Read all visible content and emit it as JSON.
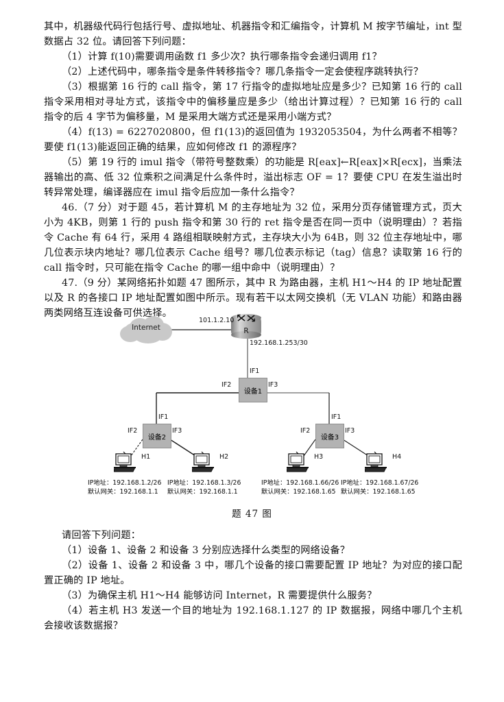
{
  "document": {
    "paragraphs": [
      {
        "id": "p-intro",
        "indent": false,
        "text": "其中，机器级代码行包括行号、虚拟地址、机器指令和汇编指令，计算机 M 按字节编址，int 型数据占 32 位。请回答下列问题："
      },
      {
        "id": "p-45-1",
        "indent": true,
        "text": "（1）计算 f(10)需要调用函数 f1 多少次？执行哪条指令会递归调用 f1？"
      },
      {
        "id": "p-45-2",
        "indent": true,
        "text": "（2）上述代码中，哪条指令是条件转移指令？哪几条指令一定会使程序跳转执行？"
      },
      {
        "id": "p-45-3",
        "indent": true,
        "text": "（3）根据第 16 行的 call 指令，第 17 行指令的虚拟地址应是多少？已知第 16 行的 call 指令采用相对寻址方式，该指令中的偏移量应是多少（给出计算过程）？已知第 16 行的 call 指令的后 4 字节为偏移量，M 是采用大端方式还是采用小端方式？"
      },
      {
        "id": "p-45-4",
        "indent": true,
        "text": "（4）f(13) = 6227020800，但 f1(13)的返回值为 1932053504，为什么两者不相等？要使 f1(13)能返回正确的结果，应如何修改 f1 的源程序？"
      },
      {
        "id": "p-45-5",
        "indent": true,
        "text": "（5）第 19 行的 imul 指令（带符号整数乘）的功能是 R[eax]←R[eax]×R[ecx]，当乘法器输出的高、低 32 位乘积之间满足什么条件时，溢出标志 OF = 1？要使 CPU 在发生溢出时转异常处理，编译器应在 imul 指令后应加一条什么指令？"
      },
      {
        "id": "p-46",
        "indent": true,
        "text": "46.（7 分）对于题 45，若计算机 M 的主存地址为 32 位，采用分页存储管理方式，页大小为 4KB，则第 1 行的 push 指令和第 30 行的 ret 指令是否在同一页中（说明理由）？若指令 Cache 有 64 行，采用 4 路组相联映射方式，主存块大小为 64B，则 32 位主存地址中，哪几位表示块内地址？哪几位表示 Cache 组号？哪几位表示标记（tag）信息？读取第 16 行的 call 指令时，只可能在指令 Cache 的哪一组中命中（说明理由）？"
      },
      {
        "id": "p-47",
        "indent": true,
        "text": "47.（9 分）某网络拓扑如题 47 图所示，其中 R 为路由器，主机 H1～H4 的 IP 地址配置以及 R 的各接口 IP 地址配置如图中所示。现有若干以太网交换机（无 VLAN 功能）和路由器两类网络互连设备可供选择。"
      }
    ],
    "tail_paragraphs": [
      {
        "id": "p-ask",
        "indent": true,
        "text": "请回答下列问题："
      },
      {
        "id": "p-47-1",
        "indent": true,
        "text": "（1）设备 1、设备 2 和设备 3 分别应选择什么类型的网络设备？"
      },
      {
        "id": "p-47-2",
        "indent": true,
        "text": "（2）设备 1、设备 2 和设备 3 中，哪几个设备的接口需要配置 IP 地址？为对应的接口配置正确的 IP 地址。"
      },
      {
        "id": "p-47-3",
        "indent": true,
        "text": "（3）为确保主机 H1～H4 能够访问 Internet，R 需要提供什么服务？"
      },
      {
        "id": "p-47-4",
        "indent": true,
        "text": "（4）若主机 H3 发送一个目的地址为 192.168.1.127 的 IP 数据报，网络中哪几个主机会接收该数据报？"
      }
    ]
  },
  "figure": {
    "caption": "题 47 图",
    "cloud_label": "Internet",
    "router_label": "R",
    "wan_ip_label": "101.1.2.10",
    "lan_ip_label": "192.168.1.253/30",
    "devices": [
      {
        "id": "dev1",
        "label": "设备1",
        "if1": "IF1",
        "if2": "IF2",
        "if3": "IF3"
      },
      {
        "id": "dev2",
        "label": "设备2",
        "if1": "IF1",
        "if2": "IF2",
        "if3": "IF3"
      },
      {
        "id": "dev3",
        "label": "设备3",
        "if1": "IF1",
        "if2": "IF2",
        "if3": "IF3"
      }
    ],
    "hosts": [
      {
        "id": "h1",
        "name": "H1",
        "ip_line": "IP地址：192.168.1.2/26",
        "gw_line": "默认网关：192.168.1.1"
      },
      {
        "id": "h2",
        "name": "H2",
        "ip_line": "IP地址：192.168.1.3/26",
        "gw_line": "默认网关：192.168.1.1"
      },
      {
        "id": "h3",
        "name": "H3",
        "ip_line": "IP地址：192.168.1.66/26",
        "gw_line": "默认网关：192.168.1.65"
      },
      {
        "id": "h4",
        "name": "H4",
        "ip_line": "IP地址：192.168.1.67/26",
        "gw_line": "默认网关：192.168.1.65"
      }
    ]
  },
  "colors": {
    "page_bg": "#ffffff",
    "text": "#111111",
    "device_fill": "#b3b3b3",
    "cloud_fill": "#c9c9c9",
    "wire": "#1a1a1a"
  }
}
